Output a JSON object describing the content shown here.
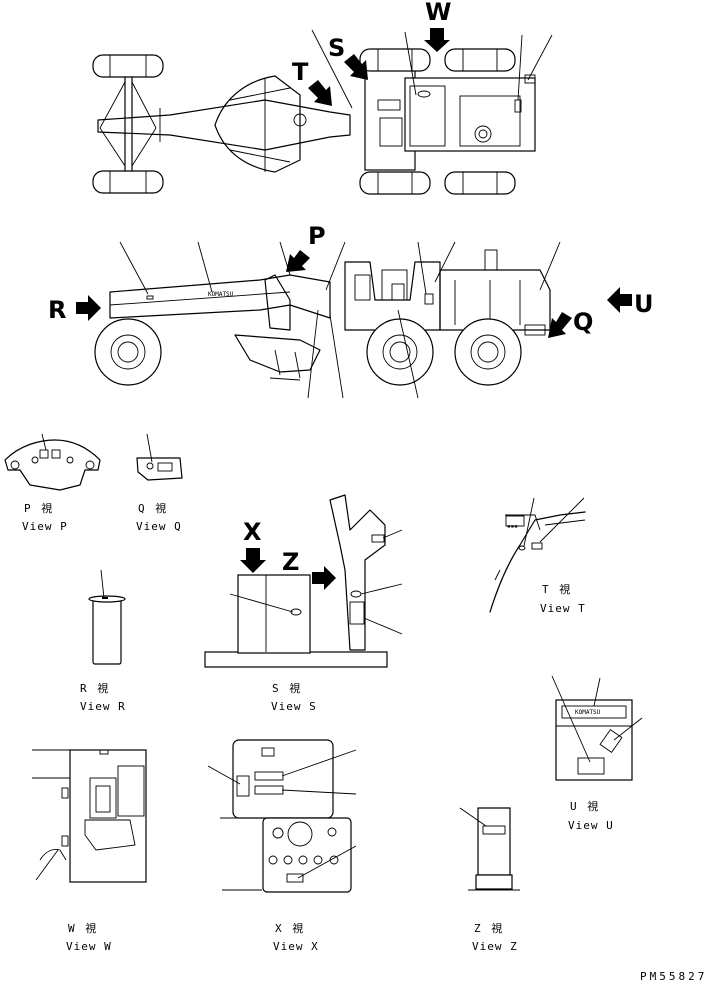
{
  "callouts": {
    "p": "P",
    "q": "Q",
    "r": "R",
    "s": "S",
    "t": "T",
    "u": "U",
    "w": "W",
    "x": "X",
    "z": "Z"
  },
  "views": {
    "p": {
      "jp": "P  視",
      "en": "View P"
    },
    "q": {
      "jp": "Q  視",
      "en": "View Q"
    },
    "r": {
      "jp": "R  視",
      "en": "View R"
    },
    "s": {
      "jp": "S  視",
      "en": "View S"
    },
    "t": {
      "jp": "T  視",
      "en": "View T"
    },
    "u": {
      "jp": "U  視",
      "en": "View U"
    },
    "w": {
      "jp": "W  視",
      "en": "View W"
    },
    "x": {
      "jp": "X  視",
      "en": "View X"
    },
    "z": {
      "jp": "Z  視",
      "en": "View Z"
    }
  },
  "marks": {
    "komatsu": "KOMATSU",
    "decal_small": "KOMATSU"
  },
  "drawing_code": "PM55827"
}
